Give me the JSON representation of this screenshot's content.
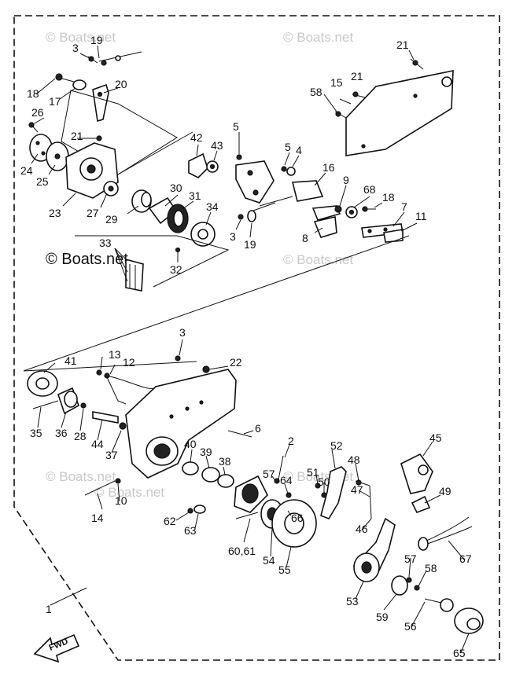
{
  "watermarks": [
    "© Boats.net",
    "© Boats.net",
    "© Boats.net",
    "© Boats.net",
    "© Boats.net",
    "© Boats.net",
    "© Boats.net"
  ],
  "direction_label": "FWD",
  "callouts": [
    "19",
    "3",
    "21",
    "18",
    "17",
    "20",
    "15",
    "21",
    "58",
    "26",
    "21",
    "24",
    "25",
    "23",
    "27",
    "42",
    "43",
    "5",
    "5",
    "4",
    "16",
    "9",
    "68",
    "18",
    "7",
    "11",
    "30",
    "31",
    "34",
    "29",
    "3",
    "19",
    "8",
    "33",
    "32",
    "3",
    "41",
    "13",
    "12",
    "22",
    "35",
    "36",
    "28",
    "44",
    "37",
    "6",
    "2",
    "52",
    "45",
    "40",
    "39",
    "38",
    "57",
    "64",
    "51",
    "50",
    "48",
    "49",
    "47",
    "46",
    "10",
    "14",
    "62",
    "63",
    "66",
    "60,61",
    "54",
    "55",
    "53",
    "57",
    "58",
    "67",
    "59",
    "56",
    "65",
    "1"
  ]
}
